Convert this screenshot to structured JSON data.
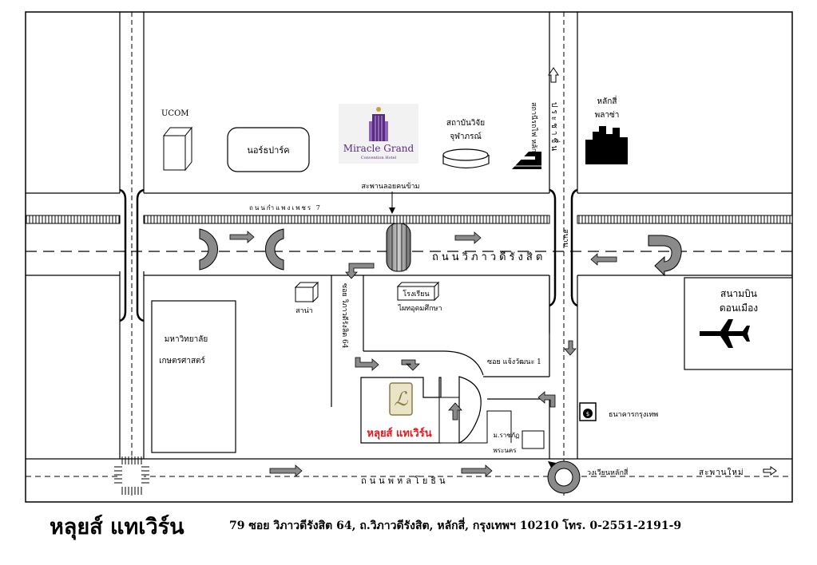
{
  "map": {
    "places": {
      "ucom": "UCOM",
      "northpark": "นอร์ธปาร์ค",
      "miracle_grand": "Miracle Grand",
      "miracle_grand_sub": "Convention Hotel",
      "chulabhorn_1": "สถาบันวิจัย",
      "chulabhorn_2": "จุฬาภรณ์",
      "train_station": "สถานีรถไฟ หลักสี่",
      "laksi_plaza_1": "หลักสี่",
      "laksi_plaza_2": "พลาซ่า",
      "sanam": "สนาม",
      "school_1": "โรงเรียน",
      "school_2": "ไผทอุดมศึกษา",
      "kasetsart_1": "มหาวิทยาลัย",
      "kasetsart_2": "เกษตรศาสตร์",
      "airport_1": "สนามบิน",
      "airport_2": "ดอนเมือง",
      "hotel": "หลุยส์ แทเวิร์น",
      "rajabhat_1": "ม.ราชภัฏ",
      "rajabhat_2": "พระนคร",
      "bangkok_bank": "ธนาคารกรุงเทพ",
      "footbridge": "สะพานลอยคนข้าม"
    },
    "roads": {
      "kamphaeng_phet": "ถนนกำแพงเพชร 7",
      "vibhavadi": "ถนนวิภาวดีรังสิต",
      "phahonyothin": "ถนนพหลโยธิน",
      "prachachuen": "ประชาชื่น",
      "vibhavadi_soi_64": "ซอย วิภาวดีรังสิต 64",
      "chaengwattana_soi": "ซอย แจ้งวัฒนะ 1",
      "laksi_circle": "วงเวียนหลักสี่",
      "saphan_mai": "สะพานใหม่"
    }
  },
  "footer": {
    "name": "หลุยส์ แทเวิร์น",
    "address": "79 ซอย วิภาวดีรังสิต 64, ถ.วิภาวดีรังสิต, หลักสี่, กรุงเทพฯ 10210 โทร. 0-2551-2191-9"
  },
  "colors": {
    "hotel_red": "#e8141c",
    "miracle_purple": "#5b2a86",
    "arrow_gray": "#8a8a8a",
    "bridge_gray": "#9a9a9a"
  }
}
